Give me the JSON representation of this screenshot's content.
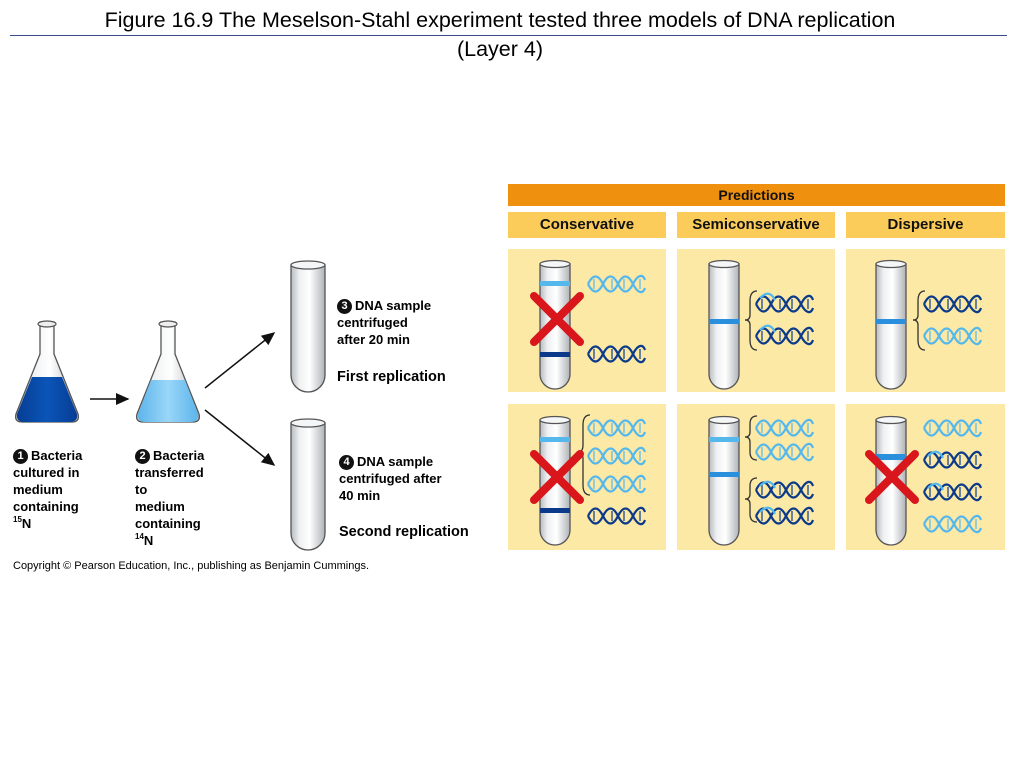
{
  "title": {
    "line1": "Figure 16.9  The Meselson-Stahl experiment tested three models of DNA replication",
    "line2": "(Layer 4)"
  },
  "steps": {
    "step1": {
      "num": "1",
      "lines": [
        "Bacteria",
        "cultured in",
        "medium",
        "containing"
      ],
      "isotope_mass": "15",
      "isotope_symbol": "N"
    },
    "step2": {
      "num": "2",
      "lines": [
        "Bacteria",
        "transferred",
        "to",
        "medium",
        "containing"
      ],
      "isotope_mass": "14",
      "isotope_symbol": "N"
    },
    "step3": {
      "num": "3",
      "lines": [
        "DNA sample",
        "centrifuged",
        "after 20 min"
      ]
    },
    "step4": {
      "num": "4",
      "lines": [
        "DNA sample",
        "centrifuged after",
        "40 min"
      ]
    }
  },
  "replication_labels": {
    "first": "First replication",
    "second": "Second replication"
  },
  "predictions": {
    "header": "Predictions",
    "columns": [
      "Conservative",
      "Semiconservative",
      "Dispersive"
    ],
    "rejected": [
      "conservative-first",
      "conservative-second",
      "dispersive-second"
    ]
  },
  "copyright": "Copyright © Pearson Education, Inc., publishing as Benjamin Cummings.",
  "colors": {
    "heavy_medium": "#0a4fb0",
    "light_medium": "#7cc8f4",
    "header_orange": "#f0900f",
    "column_header": "#fbcc5a",
    "cell_background": "#fde9a6",
    "dna_light": "#55b8ec",
    "dna_dark": "#0b3a8a",
    "reject_x": "#d8161b"
  },
  "icons": [
    "flask-icon",
    "test-tube-icon",
    "arrow-icon",
    "dna-helix-icon",
    "reject-x-icon"
  ]
}
